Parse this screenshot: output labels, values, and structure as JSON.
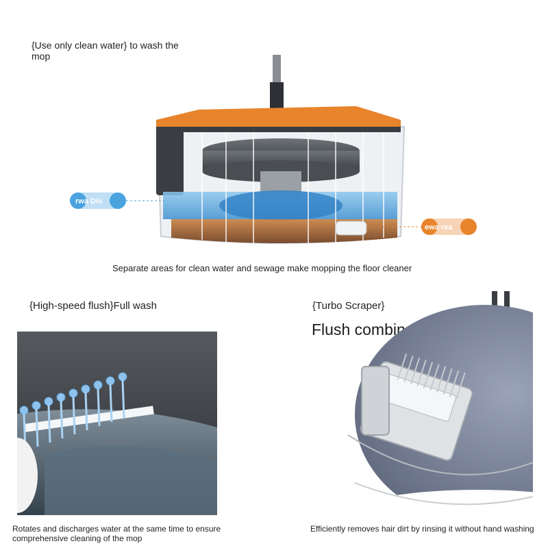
{
  "top_section": {
    "caption": "{Use only clean water} to wash the mop",
    "fresh_water_label": "rwa Dis",
    "sewage_label": "ewa rea",
    "description": "Separate areas for clean water and sewage make mopping the floor cleaner"
  },
  "left_panel": {
    "title": "{High-speed flush}Full wash",
    "caption": "Rotates and discharges water at the same time to ensure comprehensive cleaning of the mop"
  },
  "right_panel": {
    "title": "{Turbo Scraper}",
    "subtitle": "Flush combination",
    "caption": "Efficiently removes hair dirt by rinsing it without hand washing"
  },
  "colors": {
    "accent_orange": "#e8842c",
    "clean_water_blue": "#4aa3df",
    "sewage_brown": "#9a5a2a",
    "frame_dark": "#3a3d42"
  }
}
